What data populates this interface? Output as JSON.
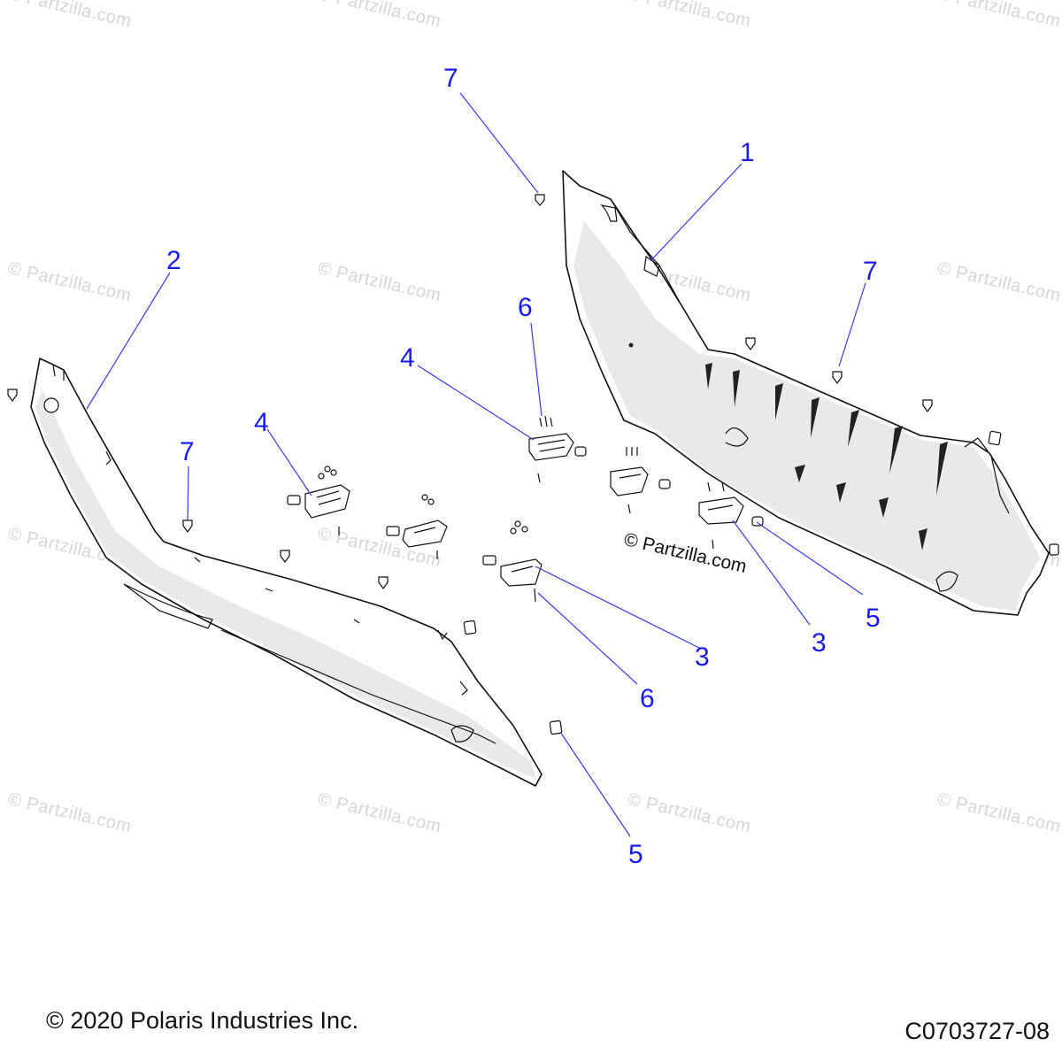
{
  "watermark_text": "© Partzilla.com",
  "center_watermark": "© Partzilla.com",
  "copyright": "© 2020 Polaris Industries Inc.",
  "figure_id": "C0703727-08",
  "callouts": {
    "c7_top": "7",
    "c1": "1",
    "c2": "2",
    "c7_right": "7",
    "c6_top": "6",
    "c4_center": "4",
    "c4_left": "4",
    "c7_left": "7",
    "c5_right": "5",
    "c3_right": "3",
    "c3_center": "3",
    "c6_bottom": "6",
    "c5_bottom": "5"
  },
  "colors": {
    "callout": "#1a1aee",
    "watermark": "#d6d6d6",
    "outline": "#111111"
  }
}
